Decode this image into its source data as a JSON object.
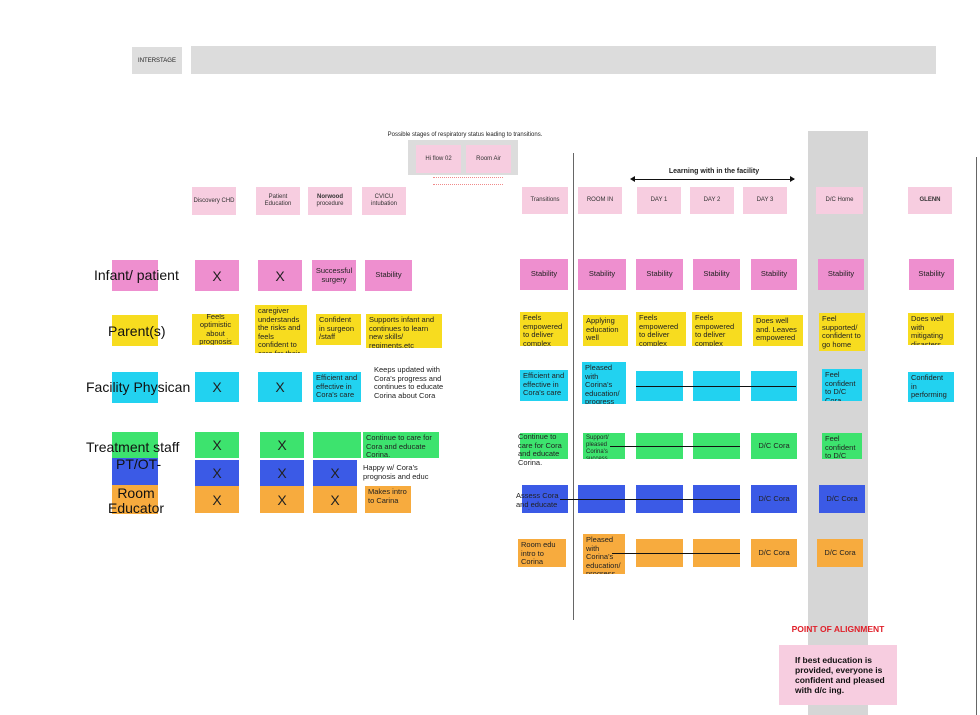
{
  "interstage_label": "INTERSTAGE",
  "resp_caption": "Possible stages of respiratory status leading to transitions.",
  "resp_stages": [
    "Hi flow 02",
    "Room Air"
  ],
  "learning_label": "Learning with in the facility",
  "phases": {
    "discovery": "Discovery CHD",
    "patient_edu": "Patient Education",
    "norwood": "Norwood",
    "norwood_sub": "procedure",
    "cvicu": "CVICU intubation",
    "transitions": "Transitions",
    "room_in": "ROOM IN",
    "day1": "DAY 1",
    "day2": "DAY 2",
    "day3": "DAY 3",
    "dc_home": "D/C Home",
    "glenn": "GLENN"
  },
  "rows": {
    "infant": "Infant/ patient",
    "parent": "Parent(s)",
    "physician": "Facility Physican",
    "treatment": "Treatment staff",
    "ptot": "PT/OT-",
    "educator": "Room Educator"
  },
  "cells": {
    "x": "X",
    "stability": "Stability",
    "successful_surgery": "Successful surgery",
    "parent_discovery": "Feels optimistic about prognosis",
    "parent_patient_edu": "caregiver understands the risks and feels confident to care for their infant\"",
    "parent_norwood": "Confident in surgeon /staff",
    "parent_cvicu": "Supports  infant and continues to learn new skills/ regiments.etc",
    "parent_transitions": "Feels empowered to deliver complex care.",
    "parent_room_in": "Applying education well",
    "parent_day1": "Feels empowered to deliver complex care.",
    "parent_day2": "Feels empowered to deliver complex care.",
    "parent_day3": "Does well and. Leaves empowered",
    "parent_dc_home": "Feel supported/ confident to go home",
    "parent_glenn": "Does well with mitigating disasters",
    "phys_norwood": "Efficient and effective in Cora's care",
    "phys_cvicu": "Keeps updated with Cora's progress and continues to educate Corina about Cora",
    "phys_transitions": "Efficient and effective in Cora's care",
    "phys_room_in": "Pleased with Corina's education/ progress",
    "phys_dc_home": "Feel confident to D/C Cora",
    "phys_glenn": "Confident in performing surgery",
    "treat_cvicu": "Continue to care for Cora and educate Corina.",
    "treat_transitions": "Continue to care for Cora and educate Corina.",
    "treat_room_in": "Support/ pleased Corina's success",
    "dc_cora": "D/C Cora",
    "treat_dc_home": "Feel confident to D/C Cora",
    "pt_cvicu": "Happy w/ Cora's prognosis and educ",
    "pt_transitions": "Assess Cora and educate Corina",
    "edu_cvicu": "Makes intro to Carina",
    "edu_transitions": "Room edu intro to Corina",
    "edu_room_in": "Pleased with Corina's education/ progress"
  },
  "alignment": {
    "title": "POINT OF ALIGNMENT",
    "text": "If best education is provided, everyone is confident and pleased with d/c ing."
  },
  "colors": {
    "pink": "#f7cde0",
    "magenta": "#ee8fcf",
    "yellow": "#f7dc1f",
    "cyan": "#22d2f0",
    "green": "#3de36e",
    "blue": "#3b5ae6",
    "orange": "#f7ab3e",
    "alignment_red": "#e0202a",
    "grey_band": "#d6d6d6"
  }
}
